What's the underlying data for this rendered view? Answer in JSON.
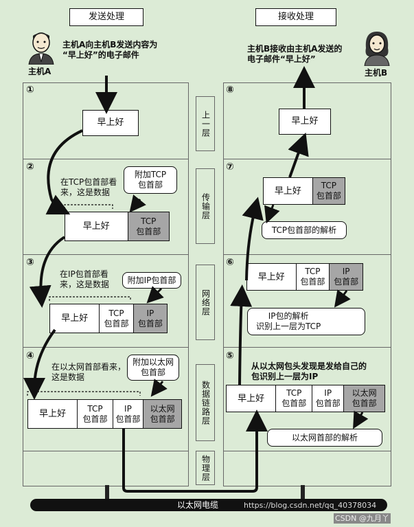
{
  "header": {
    "send": "发送处理",
    "receive": "接收处理"
  },
  "hosts": {
    "a": "主机A",
    "b": "主机B"
  },
  "descriptions": {
    "send": "主机A向主机B发送内容为\n“早上好”的电子邮件",
    "receive": "主机B接收由主机A发送的\n电子邮件“早上好”"
  },
  "step_numbers": [
    "①",
    "②",
    "③",
    "④",
    "⑤",
    "⑥",
    "⑦",
    "⑧"
  ],
  "layers": {
    "app": "上一层",
    "transport": "传输层",
    "network": "网络层",
    "datalink": "数据链路层",
    "physical": "物理层"
  },
  "packet": {
    "data": "早上好",
    "tcp": "TCP\n包首部",
    "ip": "IP\n包首部",
    "eth": "以太网\n包首部"
  },
  "notes": {
    "add_tcp": "附加TCP\n包首部",
    "view_tcp": "在TCP包首部看\n来，这是数据",
    "add_ip": "附加IP包首部",
    "view_ip": "在IP包首部看\n来，这是数据",
    "add_eth": "附加以太网\n包首部",
    "view_eth": "在以太网首部看来，\n这是数据",
    "parse_tcp": "TCP包首部的解析",
    "parse_ip": "IP包的解析\n识别上一层为TCP",
    "recv_eth": "从以太网包头发现是发给自己的\n包识别上一层为IP",
    "parse_eth": "以太网首部的解析"
  },
  "cable": "以太网电缆",
  "watermark": {
    "url": "https://blog.csdn.net/qq_40378034",
    "credit": "CSDN @九月丫"
  }
}
